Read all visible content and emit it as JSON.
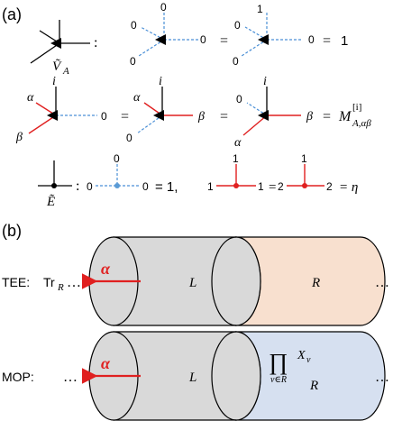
{
  "colors": {
    "black": "#000000",
    "blue_dashed": "#4a8fd6",
    "blue_dot": "#5b9bd5",
    "red": "#e02020",
    "gray_fill": "#d9d9d9",
    "peach_fill": "#f8e0cf",
    "light_blue_fill": "#d6e0f0",
    "alpha_red": "#e02020"
  },
  "panel_a": {
    "label": "(a)",
    "row1": {
      "vertex_sym": "Ṽ",
      "vertex_sub": "A",
      "colon": ":",
      "eq1_top": "0",
      "eq1_left": "0",
      "eq1_right": "0",
      "equals_1": "=",
      "eq2_top": "1",
      "eq2_left": "0",
      "eq2_right": "0",
      "equals_2": "=",
      "result": "1"
    },
    "row2": {
      "t1_i": "i",
      "t1_alpha": "α",
      "t1_beta": "β",
      "t1_right": "0",
      "equals_1": "=",
      "t2_i": "i",
      "t2_alpha": "α",
      "t2_zero": "0",
      "t2_beta": "β",
      "equals_2": "=",
      "t3_i": "i",
      "t3_zero": "0",
      "t3_alpha": "α",
      "t3_beta": "β",
      "equals_3": "=",
      "M_sym": "M",
      "M_sup": "[i]",
      "M_sub": "A,αβ"
    },
    "row3": {
      "edge_sym": "Ẽ",
      "colon": ":",
      "b_top": "0",
      "b_left": "0",
      "b_right": "0",
      "b_eq": "= 1,",
      "r1_top": "1",
      "r1_left": "1",
      "r1_right": "1",
      "r_eq1": "=",
      "r2_top": "1",
      "r2_left": "2",
      "r2_right": "2",
      "r_eq2": "= η"
    }
  },
  "panel_b": {
    "label": "(b)",
    "tee": {
      "row_label": "TEE:",
      "tr_sym": "Tr",
      "tr_sub": "R",
      "left_dots": "…",
      "alpha": "α",
      "L": "L",
      "R": "R",
      "right_dots": "…"
    },
    "mop": {
      "row_label": "MOP:",
      "left_dots": "…",
      "alpha": "α",
      "L": "L",
      "prod_sym": "∏",
      "prod_sub": "v∈R",
      "X_sym": "X",
      "X_sub": "v",
      "R": "R",
      "right_dots": "…"
    }
  }
}
